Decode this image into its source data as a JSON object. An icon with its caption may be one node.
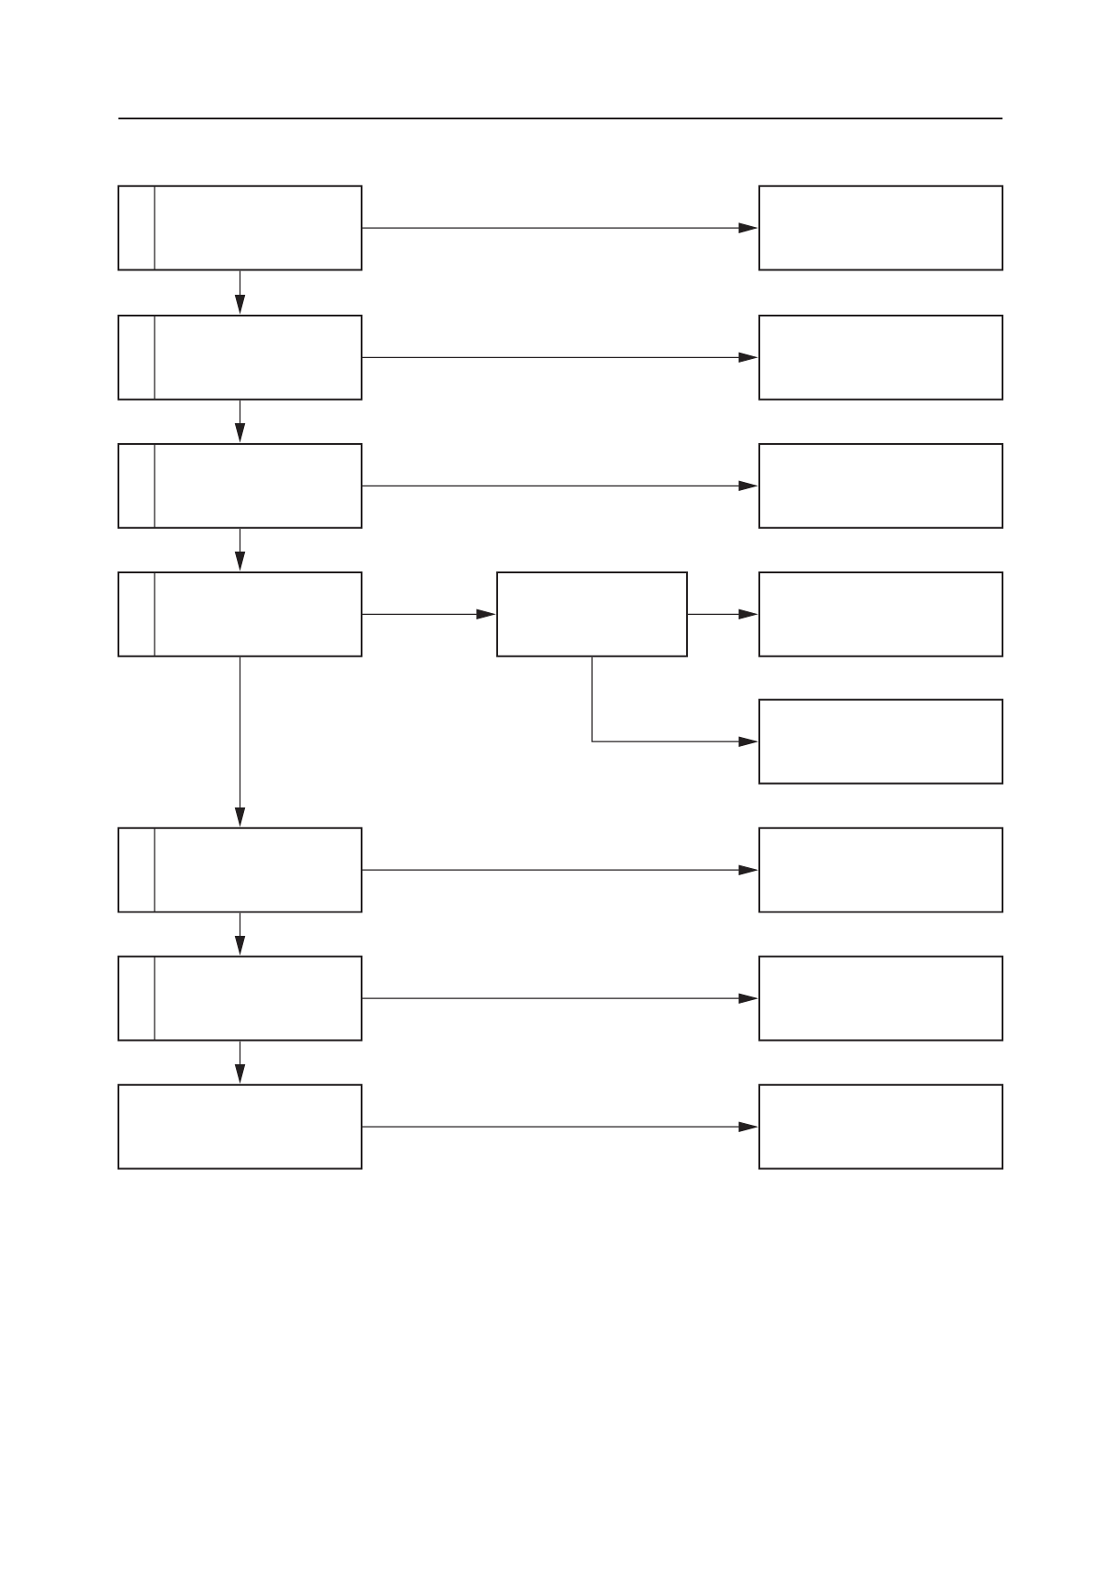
{
  "diagram": {
    "nodes": [
      {
        "text": [],
        "shape": "box"
      },
      {
        "text": [],
        "shape": "box"
      },
      {
        "text": [],
        "shape": "box"
      },
      {
        "text": [],
        "shape": "box"
      },
      {
        "text": [],
        "shape": "box"
      },
      {
        "text": [],
        "shape": "box"
      },
      {
        "text": [],
        "shape": "box"
      },
      {
        "text": [],
        "shape": "box"
      },
      {
        "text": [],
        "shape": "box"
      },
      {
        "text": [],
        "shape": "box"
      },
      {
        "text": [],
        "shape": "box"
      },
      {
        "text": [],
        "shape": "box"
      },
      {
        "text": [],
        "shape": "box"
      },
      {
        "text": [],
        "shape": "box"
      },
      {
        "text": [],
        "shape": "box"
      },
      {
        "text": [],
        "shape": "box"
      }
    ],
    "edges": [
      {
        "from": 0,
        "to": 1,
        "arrow": "to"
      },
      {
        "from": 0,
        "to": 2,
        "arrow": "to"
      },
      {
        "from": 2,
        "to": 3,
        "arrow": "to"
      },
      {
        "from": 2,
        "to": 4,
        "arrow": "to"
      },
      {
        "from": 4,
        "to": 5,
        "arrow": "to"
      },
      {
        "from": 4,
        "to": 6,
        "arrow": "to"
      },
      {
        "from": 6,
        "to": 7,
        "arrow": "to"
      },
      {
        "from": 7,
        "to": 8,
        "arrow": "to"
      },
      {
        "from": 7,
        "to": 9,
        "arrow": "to"
      },
      {
        "from": 6,
        "to": 10,
        "arrow": "to"
      },
      {
        "from": 10,
        "to": 11,
        "arrow": "to"
      },
      {
        "from": 10,
        "to": 12,
        "arrow": "to"
      },
      {
        "from": 12,
        "to": 13,
        "arrow": "to"
      },
      {
        "from": 12,
        "to": 14,
        "arrow": "to"
      },
      {
        "from": 14,
        "to": 15,
        "arrow": "to"
      }
    ]
  }
}
